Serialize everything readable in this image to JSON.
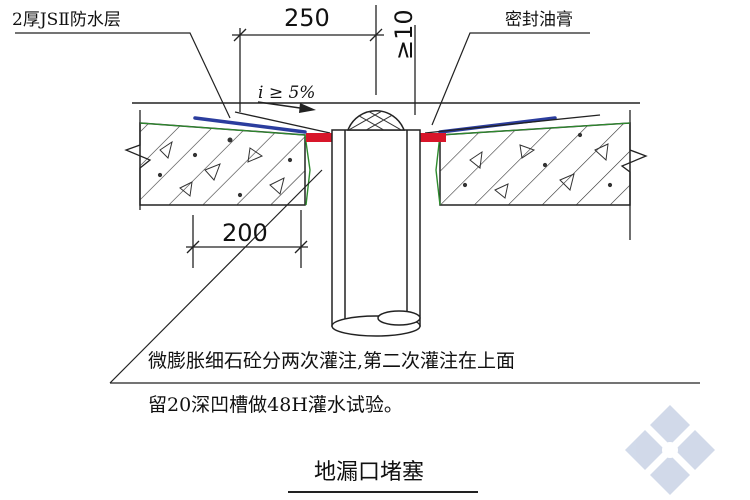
{
  "labels": {
    "waterproof_layer": "2厚JSⅡ防水层",
    "sealant": "密封油膏",
    "dim_250": "250",
    "dim_200": "200",
    "dim_10": "≥10",
    "slope": "i ≥ 5%"
  },
  "note": {
    "line1": "微膨胀细石砼分两次灌注,第二次灌注在上面",
    "line2": "留20深凹槽做48H灌水试验。"
  },
  "title": "地漏口堵塞",
  "colors": {
    "line": "#222222",
    "waterproof": "#2b3d9e",
    "sealant": "#d8162a",
    "concrete_hatch": "#333333",
    "grout_edge": "#2e8b2e",
    "watermark": "#c9d3e6"
  },
  "icons": [
    "watermark-logo-icon"
  ]
}
